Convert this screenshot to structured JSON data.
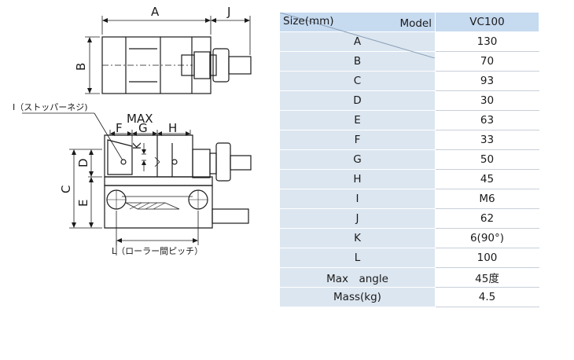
{
  "drawing": {
    "dim_labels": {
      "A": "A",
      "J": "J",
      "B": "B",
      "C": "C",
      "D": "D",
      "E": "E",
      "F": "F",
      "G": "G",
      "H": "H",
      "K": "K",
      "MAX": "MAX"
    },
    "callout_I": "I（ストッパーネジ)",
    "callout_L": "L（ローラー間ピッチ）"
  },
  "table": {
    "header_model": "Model",
    "header_size": "Size(mm)",
    "model_name": "VC100",
    "rows": [
      {
        "label": "A",
        "value": "130"
      },
      {
        "label": "B",
        "value": "70"
      },
      {
        "label": "C",
        "value": "93"
      },
      {
        "label": "D",
        "value": "30"
      },
      {
        "label": "E",
        "value": "63"
      },
      {
        "label": "F",
        "value": "33"
      },
      {
        "label": "G",
        "value": "50"
      },
      {
        "label": "H",
        "value": "45"
      },
      {
        "label": "I",
        "value": "M6"
      },
      {
        "label": "J",
        "value": "62"
      },
      {
        "label": "K",
        "value": "6(90°)"
      },
      {
        "label": "L",
        "value": "100"
      },
      {
        "label": "Max　angle",
        "value": "45度"
      },
      {
        "label": "Mass(kg)",
        "value": "4.5"
      }
    ]
  }
}
